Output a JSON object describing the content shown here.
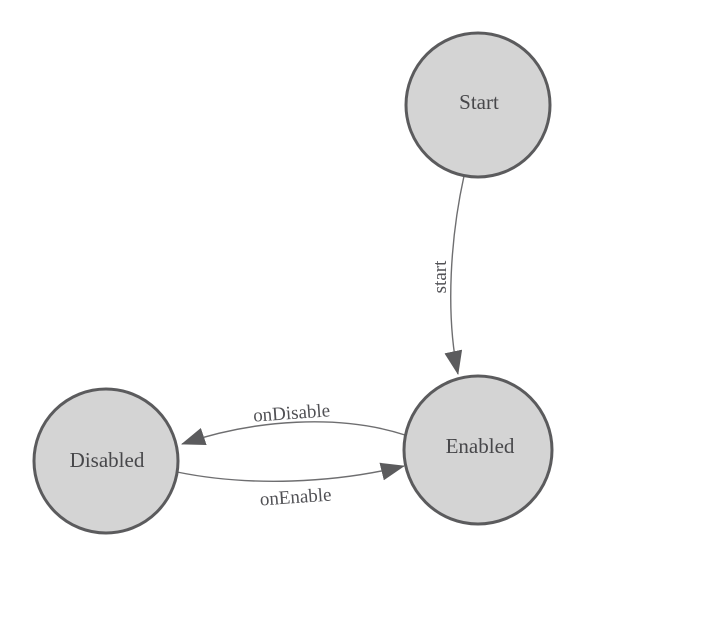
{
  "diagram": {
    "type": "state-machine",
    "background_color": "#ffffff",
    "node_fill_color": "#d4d4d4",
    "node_border_color": "#5b5b5d",
    "edge_line_color": "#6e6e70",
    "arrowhead_color": "#5b5b5d",
    "text_color": "#47474a"
  },
  "nodes": [
    {
      "id": "start",
      "label": "Start"
    },
    {
      "id": "enabled",
      "label": "Enabled"
    },
    {
      "id": "disabled",
      "label": "Disabled"
    }
  ],
  "edges": [
    {
      "from": "Start",
      "to": "Enabled",
      "label": "start"
    },
    {
      "from": "Enabled",
      "to": "Disabled",
      "label": "onDisable"
    },
    {
      "from": "Disabled",
      "to": "Enabled",
      "label": "onEnable"
    }
  ]
}
